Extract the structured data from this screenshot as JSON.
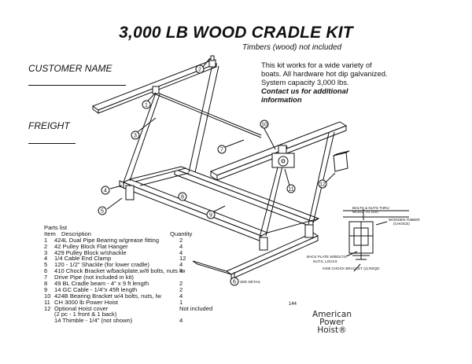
{
  "title": "3,000 LB WOOD CRADLE KIT",
  "subtitle": "Timbers (wood) not included",
  "customer_label": "CUSTOMER NAME",
  "freight_label": "FREIGHT",
  "info": {
    "line1": "This kit works for a wide variety of",
    "line2": "boats.  All hardware hot dip galvanized.",
    "line3": "System capacity 3,000 lbs.",
    "contact1": "Contact us for additional",
    "contact2": "information"
  },
  "parts": {
    "heading": "Parts list",
    "col_item": "Item",
    "col_desc": "Description",
    "col_qty": "Quantity",
    "rows": [
      {
        "item": "1",
        "desc": "424L Dual Pipe Bearing w/grease fitting",
        "qty": "2"
      },
      {
        "item": "2",
        "desc": "42 Pulley Block Flat Hanger",
        "qty": "4"
      },
      {
        "item": "3",
        "desc": "429 Pulley Block w/shackle",
        "qty": "4"
      },
      {
        "item": "4",
        "desc": "1/4 Cable End Clamp",
        "qty": "12"
      },
      {
        "item": "5",
        "desc": "120 - 1/2\" Shackle (for lower cradle)",
        "qty": "4"
      },
      {
        "item": "6",
        "desc": "410 Chock Bracket w/backplate,w/8 bolts, nuts lw",
        "qty": "4"
      },
      {
        "item": "7",
        "desc": "Drive Pipe (not included in kit)",
        "qty": ""
      },
      {
        "item": "8",
        "desc": "49 BL Cradle beam - 4\" x 9 ft length",
        "qty": "2"
      },
      {
        "item": "9",
        "desc": "14 GC Cable - 1/4\"x 45ft length",
        "qty": "2"
      },
      {
        "item": "10",
        "desc": "424B Bearing Bracket w/4 bolts, nuts, lw",
        "qty": "4"
      },
      {
        "item": "11",
        "desc": "CH 3000 lb Power Hoist",
        "qty": "1"
      },
      {
        "item": "12",
        "desc": "Optional Hoist cover",
        "qty": "Not included"
      },
      {
        "item": "",
        "desc": "(2 pc - 1 front & 1 back)",
        "qty": ""
      },
      {
        "item": "",
        "desc": "14 Thimble - 1/4\" (not shown)",
        "qty": "4"
      }
    ]
  },
  "diagram": {
    "callouts": [
      "1",
      "2",
      "3",
      "4",
      "5",
      "6",
      "7",
      "8",
      "9",
      "10",
      "11",
      "12"
    ],
    "see_detail": "SEE DETAIL",
    "detail": {
      "bolts_nuts": "BOLTS & NUTS THRU",
      "wood_to_suit": "WOOD TO SUIT",
      "wooden_timber": "WOODEN TIMBER",
      "choice": "(CHOICE)",
      "back_plate": "BACK PLATE W/BOLTS,",
      "nuts_locks": "NUTS, LOCKS",
      "chock_bracket": "#406 CHOCK BRACKET (4) REQD"
    }
  },
  "footer": {
    "number": "144",
    "brand1": "American",
    "brand2": "Power",
    "brand3": "Hoist®"
  }
}
